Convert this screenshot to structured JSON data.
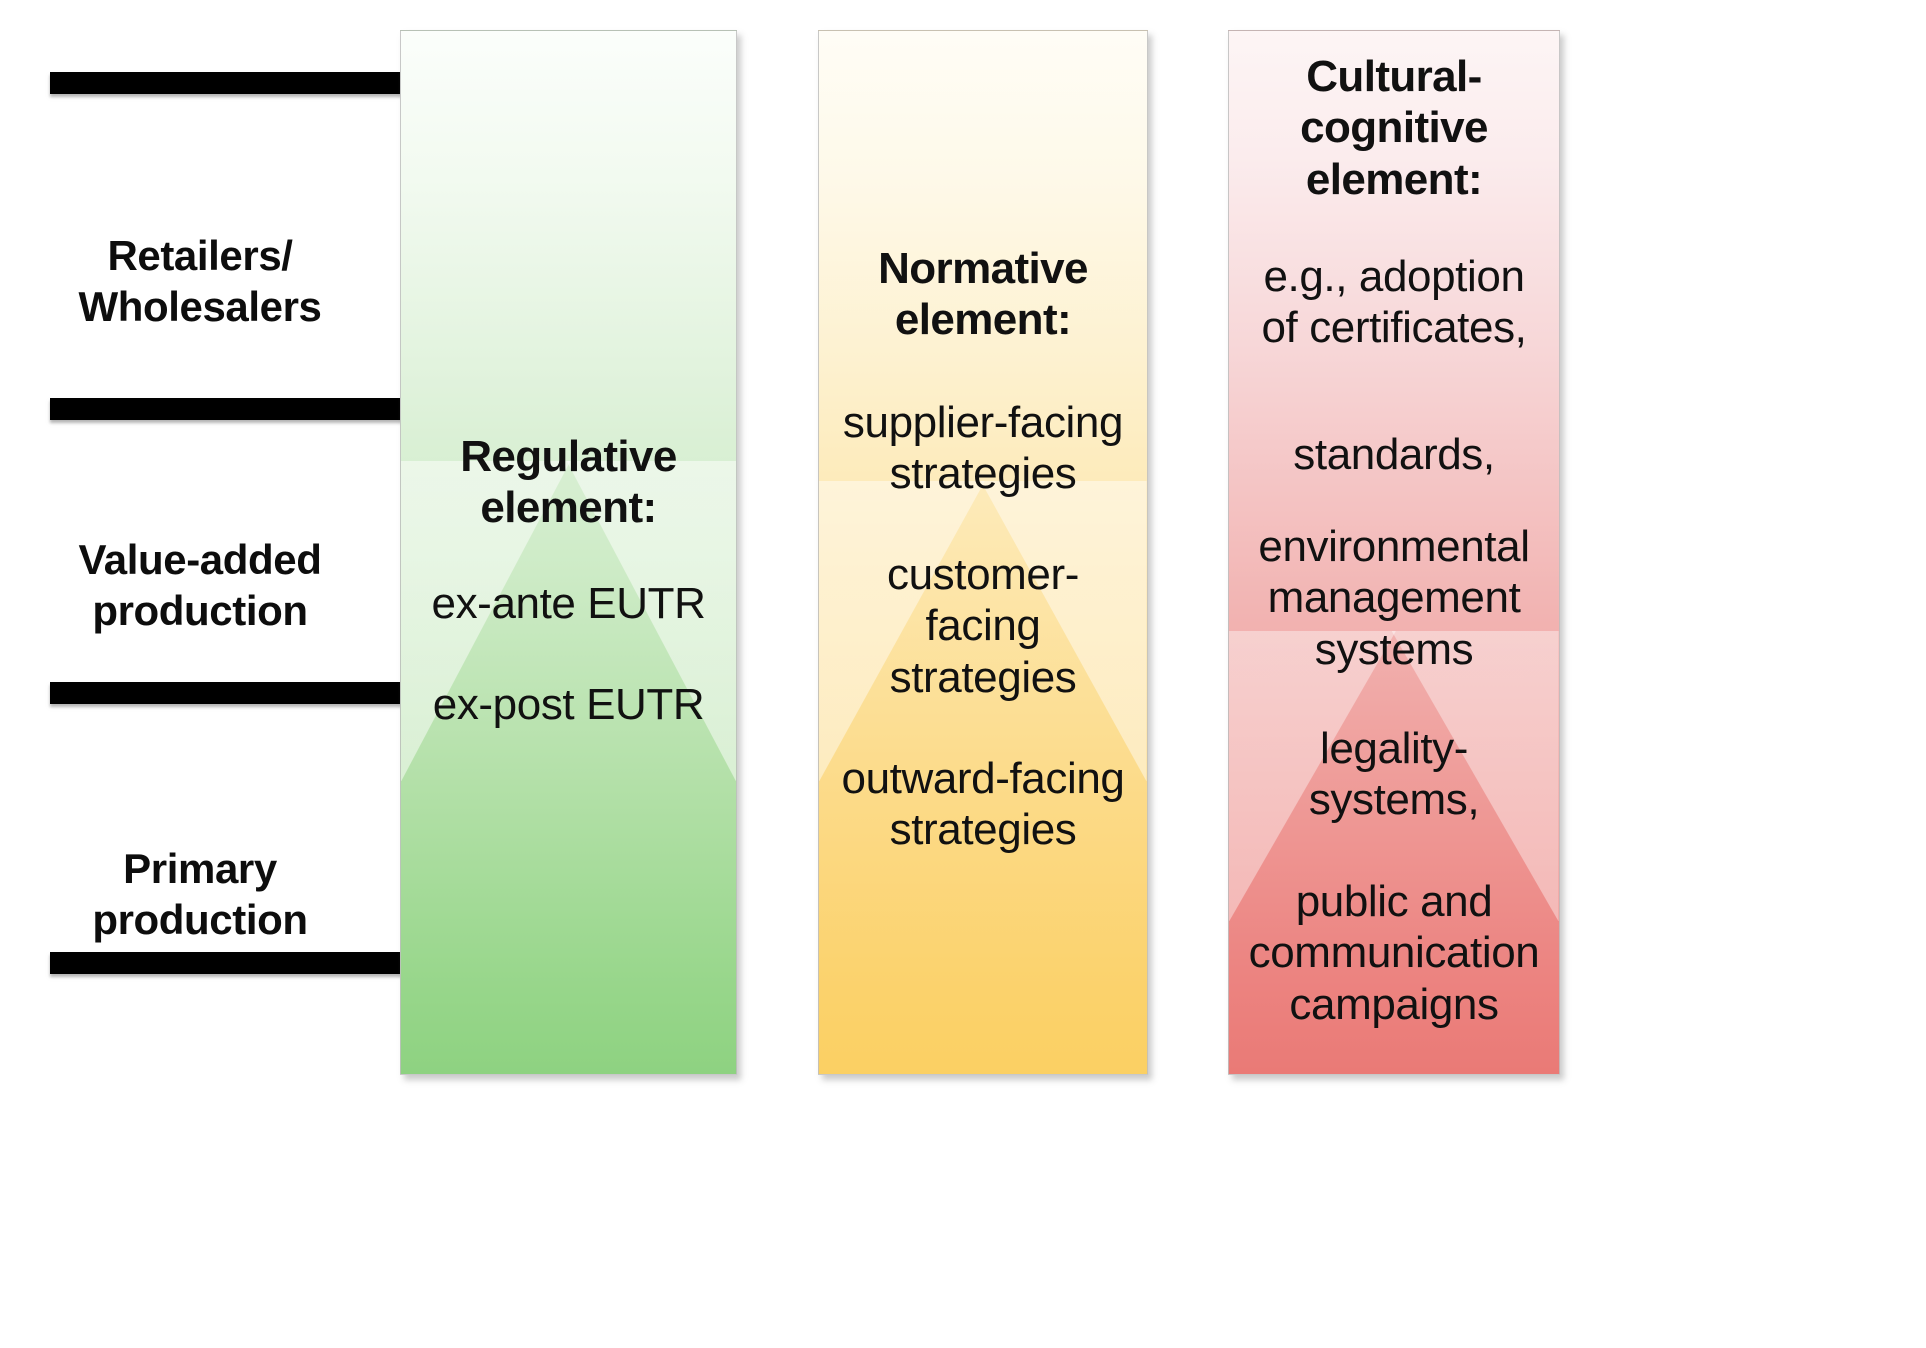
{
  "diagram": {
    "tiers": [
      {
        "label": "Retailers/\nWholesalers",
        "line1": "Retailers/",
        "line2": "Wholesalers"
      },
      {
        "label": "Value-added production",
        "line1": "Value-added",
        "line2": "production"
      },
      {
        "label": "Primary production",
        "line1": "Primary",
        "line2": "production"
      }
    ],
    "pillars": [
      {
        "id": "regulative",
        "title_line1": "Regulative",
        "title_line2": "element:",
        "items": [
          "ex-ante EUTR",
          "ex-post EUTR"
        ],
        "color_top": "#fbfefb",
        "color_bottom": "#8ed281"
      },
      {
        "id": "normative",
        "title_line1": "Normative",
        "title_line2": "element:",
        "items": [
          "supplier-facing strategies",
          "customer-facing strategies",
          "outward-facing strategies"
        ],
        "color_top": "#fffdf6",
        "color_bottom": "#fbd063"
      },
      {
        "id": "cultural-cognitive",
        "title_line1": "Cultural-",
        "title_line2": "cognitive",
        "title_line3": "element:",
        "items": [
          "e.g., adoption of certificates,",
          "standards,",
          "environmental management systems",
          "legality-systems,",
          "public and communication campaigns"
        ],
        "color_top": "#fdf5f5",
        "color_bottom": "#ea7a76"
      }
    ],
    "pillar_text": {
      "regulative_title_l1": "Regulative",
      "regulative_title_l2": "element:",
      "regulative_item1": "ex-ante EUTR",
      "regulative_item2": "ex-post EUTR",
      "normative_title_l1": "Normative",
      "normative_title_l2": "element:",
      "normative_item1_l1": "supplier-facing",
      "normative_item1_l2": "strategies",
      "normative_item2_l1": "customer-",
      "normative_item2_l2": "facing",
      "normative_item2_l3": "strategies",
      "normative_item3_l1": "outward-facing",
      "normative_item3_l2": "strategies",
      "cultural_title_l1": "Cultural-",
      "cultural_title_l2": "cognitive",
      "cultural_title_l3": "element:",
      "cultural_item1_l1": "e.g., adoption",
      "cultural_item1_l2": "of certificates,",
      "cultural_item2_l1": "standards,",
      "cultural_item3_l1": "environmental",
      "cultural_item3_l2": "management",
      "cultural_item3_l3": "systems",
      "cultural_item4_l1": "legality-",
      "cultural_item4_l2": "systems,",
      "cultural_item5_l1": "public and",
      "cultural_item5_l2": "communication",
      "cultural_item5_l3": "campaigns"
    },
    "tier_text": {
      "tier1_l1": "Retailers/",
      "tier1_l2": "Wholesalers",
      "tier2_l1": "Value-added",
      "tier2_l2": "production",
      "tier3_l1": "Primary",
      "tier3_l2": "production"
    },
    "separators": 4,
    "bar_color": "#000000"
  }
}
